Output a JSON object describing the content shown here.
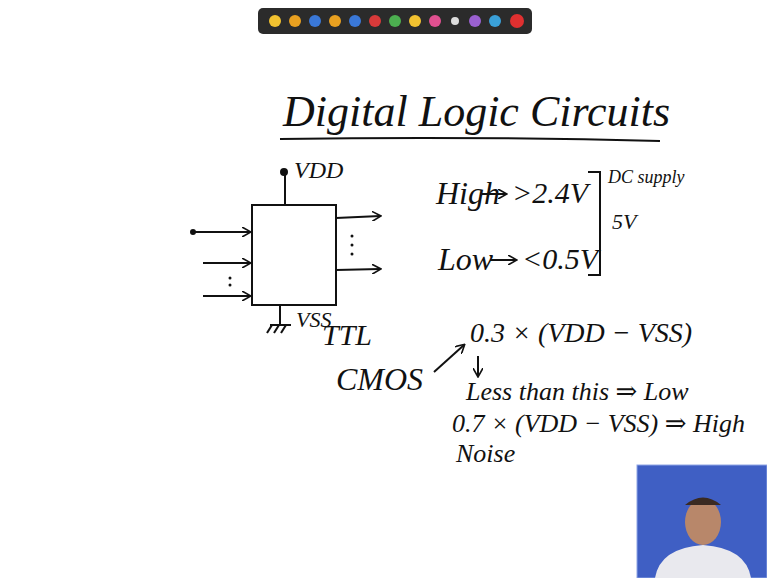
{
  "diagram": {
    "title": "Digital Logic Circuits",
    "labels": [
      "VDD",
      "VSS",
      "High",
      ">2.4V",
      "Low",
      "<0.5V",
      "DC supply",
      "5V",
      "TTL",
      "CMOS",
      "0.3 × (VDD − VSS)",
      "Less than this ⇒ Low",
      "0.7 × (VDD − VSS) ⇒ High",
      "Noise"
    ]
  }
}
